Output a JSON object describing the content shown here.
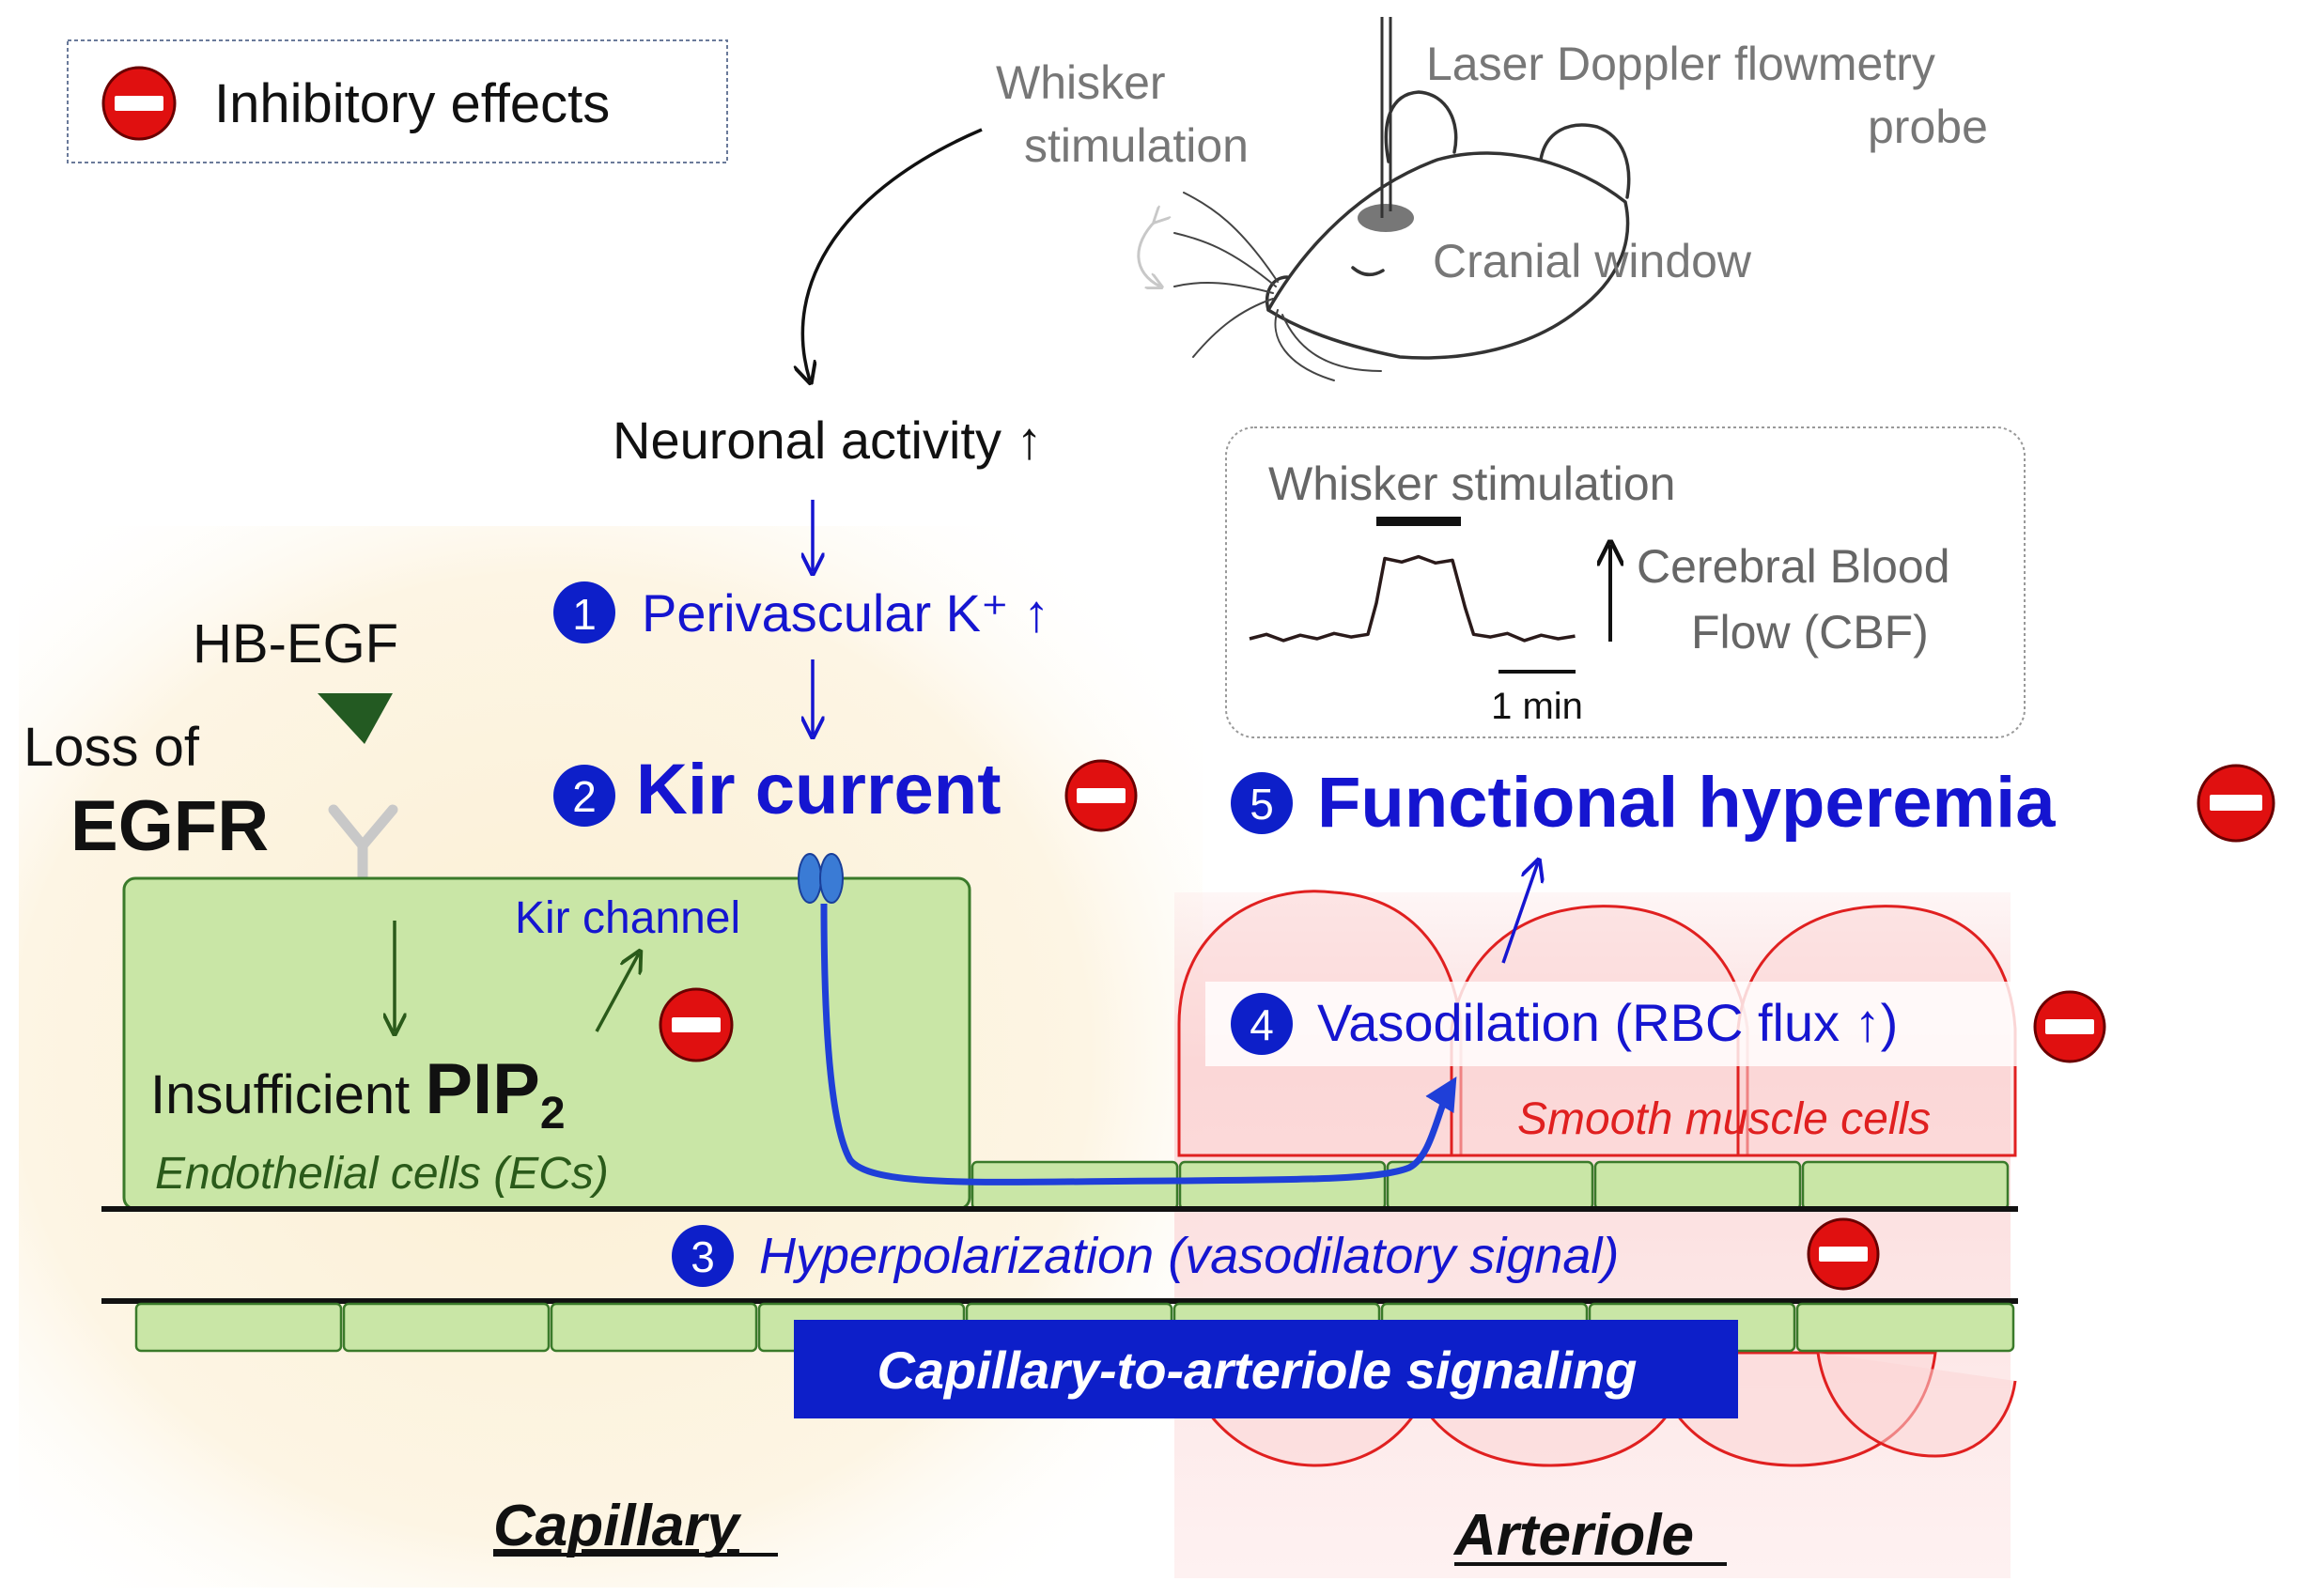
{
  "legend": {
    "label": "Inhibitory effects",
    "icon": "no-entry-icon"
  },
  "mouse_setup": {
    "whisker_stimulation": [
      "Whisker",
      "stimulation"
    ],
    "probe": [
      "Laser Doppler flowmetry",
      "probe"
    ],
    "cranial_window": "Cranial window"
  },
  "pathway": {
    "neuronal_activity": "Neuronal activity ↑",
    "step1": {
      "number": "1",
      "label": "Perivascular K⁺ ↑"
    },
    "step2": {
      "number": "2",
      "label": "Kir current"
    },
    "step3": {
      "number": "3",
      "label": "Hyperpolarization (vasodilatory signal)"
    },
    "step4": {
      "number": "4",
      "label": "Vasodilation (RBC flux ↑)"
    },
    "step5": {
      "number": "5",
      "label": "Functional hyperemia"
    }
  },
  "cbf_inset": {
    "title": "Whisker stimulation",
    "measure": [
      "Cerebral Blood",
      "Flow (CBF)"
    ],
    "scale_label": "1 min",
    "trace": [
      [
        0,
        0.0
      ],
      [
        0.4,
        0.05
      ],
      [
        0.8,
        -0.02
      ],
      [
        1.2,
        0.04
      ],
      [
        1.6,
        0.0
      ],
      [
        2.0,
        0.06
      ],
      [
        2.4,
        0.02
      ],
      [
        2.8,
        0.05
      ],
      [
        3.0,
        0.4
      ],
      [
        3.2,
        0.9
      ],
      [
        3.6,
        0.86
      ],
      [
        4.0,
        0.92
      ],
      [
        4.4,
        0.85
      ],
      [
        4.8,
        0.88
      ],
      [
        5.1,
        0.35
      ],
      [
        5.3,
        0.05
      ],
      [
        5.7,
        0.02
      ],
      [
        6.1,
        0.06
      ],
      [
        6.5,
        -0.02
      ],
      [
        6.9,
        0.04
      ],
      [
        7.3,
        0.0
      ],
      [
        7.7,
        0.03
      ]
    ],
    "stim_window": [
      3.0,
      5.0
    ]
  },
  "hb_egf": "HB-EGF",
  "egfr": {
    "line1": "Loss of",
    "line2": "EGFR"
  },
  "kir_channel": "Kir channel",
  "pip2": {
    "prefix": "Insufficient ",
    "main": "PIP",
    "sub": "2"
  },
  "endothelial_label": "Endothelial cells (ECs)",
  "smooth_muscle_label": "Smooth muscle cells",
  "banner": "Capillary-to-arteriole signaling",
  "capillary_label": "Capillary",
  "arteriole_label": "Arteriole",
  "colors": {
    "blue": "#1515d0",
    "badge_blue": "#0d1fc9",
    "inhibit_red": "#e01010",
    "green_fill": "#c9e6a6",
    "green_stroke": "#3a7a2a",
    "dark_green": "#2a5a1a",
    "smooth_muscle_red": "#e02020"
  }
}
